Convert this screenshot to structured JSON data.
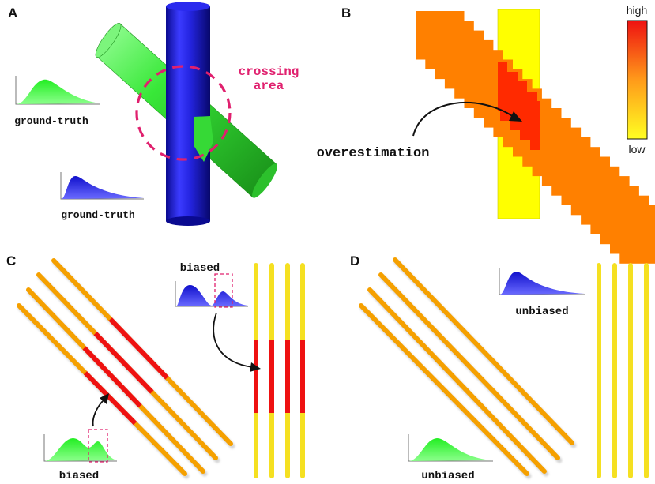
{
  "panels": {
    "a": {
      "letter": "A",
      "crossing_label_line1": "crossing",
      "crossing_label_line2": "area",
      "green_dist_label": "ground-truth",
      "blue_dist_label": "ground-truth"
    },
    "b": {
      "letter": "B",
      "annotation": "overestimation",
      "colorbar_high": "high",
      "colorbar_low": "low"
    },
    "c": {
      "letter": "C",
      "top_dist_label": "biased",
      "bottom_dist_label": "biased"
    },
    "d": {
      "letter": "D",
      "top_dist_label": "unbiased",
      "bottom_dist_label": "unbiased"
    }
  },
  "colors": {
    "green_fiber": "#33dd33",
    "blue_fiber": "#1a1ad6",
    "orange_fiber": "#f5a000",
    "yellow_fiber": "#f5e021",
    "red_segment": "#ee1111",
    "magenta_dashes": "#e0206e",
    "heat_orange": "#ff8000",
    "heat_yellow": "#ffff00",
    "heat_red": "#ff2a00"
  }
}
